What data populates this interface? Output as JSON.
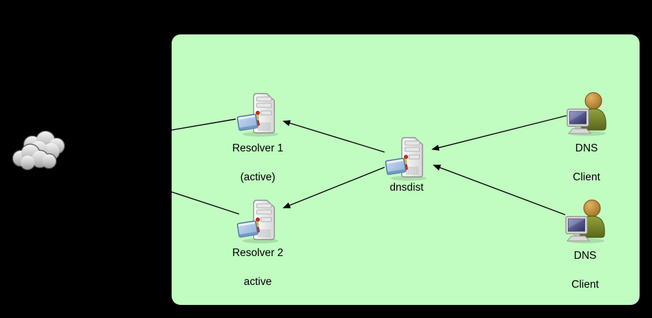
{
  "page": {
    "background_color": "#000000",
    "line_color": "#000000",
    "text_color": "#000000"
  },
  "zone": {
    "fill": "#c1fcc1",
    "shape": "rounded-rectangle"
  },
  "nodes": {
    "cloud": {
      "icon": "cloud-icon"
    },
    "resolver1": {
      "icon": "server-icon",
      "label_line1": "Resolver 1",
      "label_line2": "(active)"
    },
    "resolver2": {
      "icon": "server-icon",
      "label_line1": "Resolver 2",
      "label_line2": "active"
    },
    "dnsdist": {
      "icon": "server-icon",
      "label": "dnsdist"
    },
    "client1": {
      "icon": "user-computer-icon",
      "label_line1": "DNS",
      "label_line2": "Client"
    },
    "client2": {
      "icon": "user-computer-icon",
      "label_line1": "DNS",
      "label_line2": "Client"
    }
  },
  "edges": [
    {
      "from": "client1",
      "to": "dnsdist",
      "arrowhead": true
    },
    {
      "from": "client2",
      "to": "dnsdist",
      "arrowhead": true
    },
    {
      "from": "dnsdist",
      "to": "resolver1",
      "arrowhead": true
    },
    {
      "from": "dnsdist",
      "to": "resolver2",
      "arrowhead": true
    },
    {
      "from": "resolver1",
      "to": "cloud",
      "arrowhead": false
    },
    {
      "from": "resolver2",
      "to": "cloud",
      "arrowhead": false
    }
  ]
}
